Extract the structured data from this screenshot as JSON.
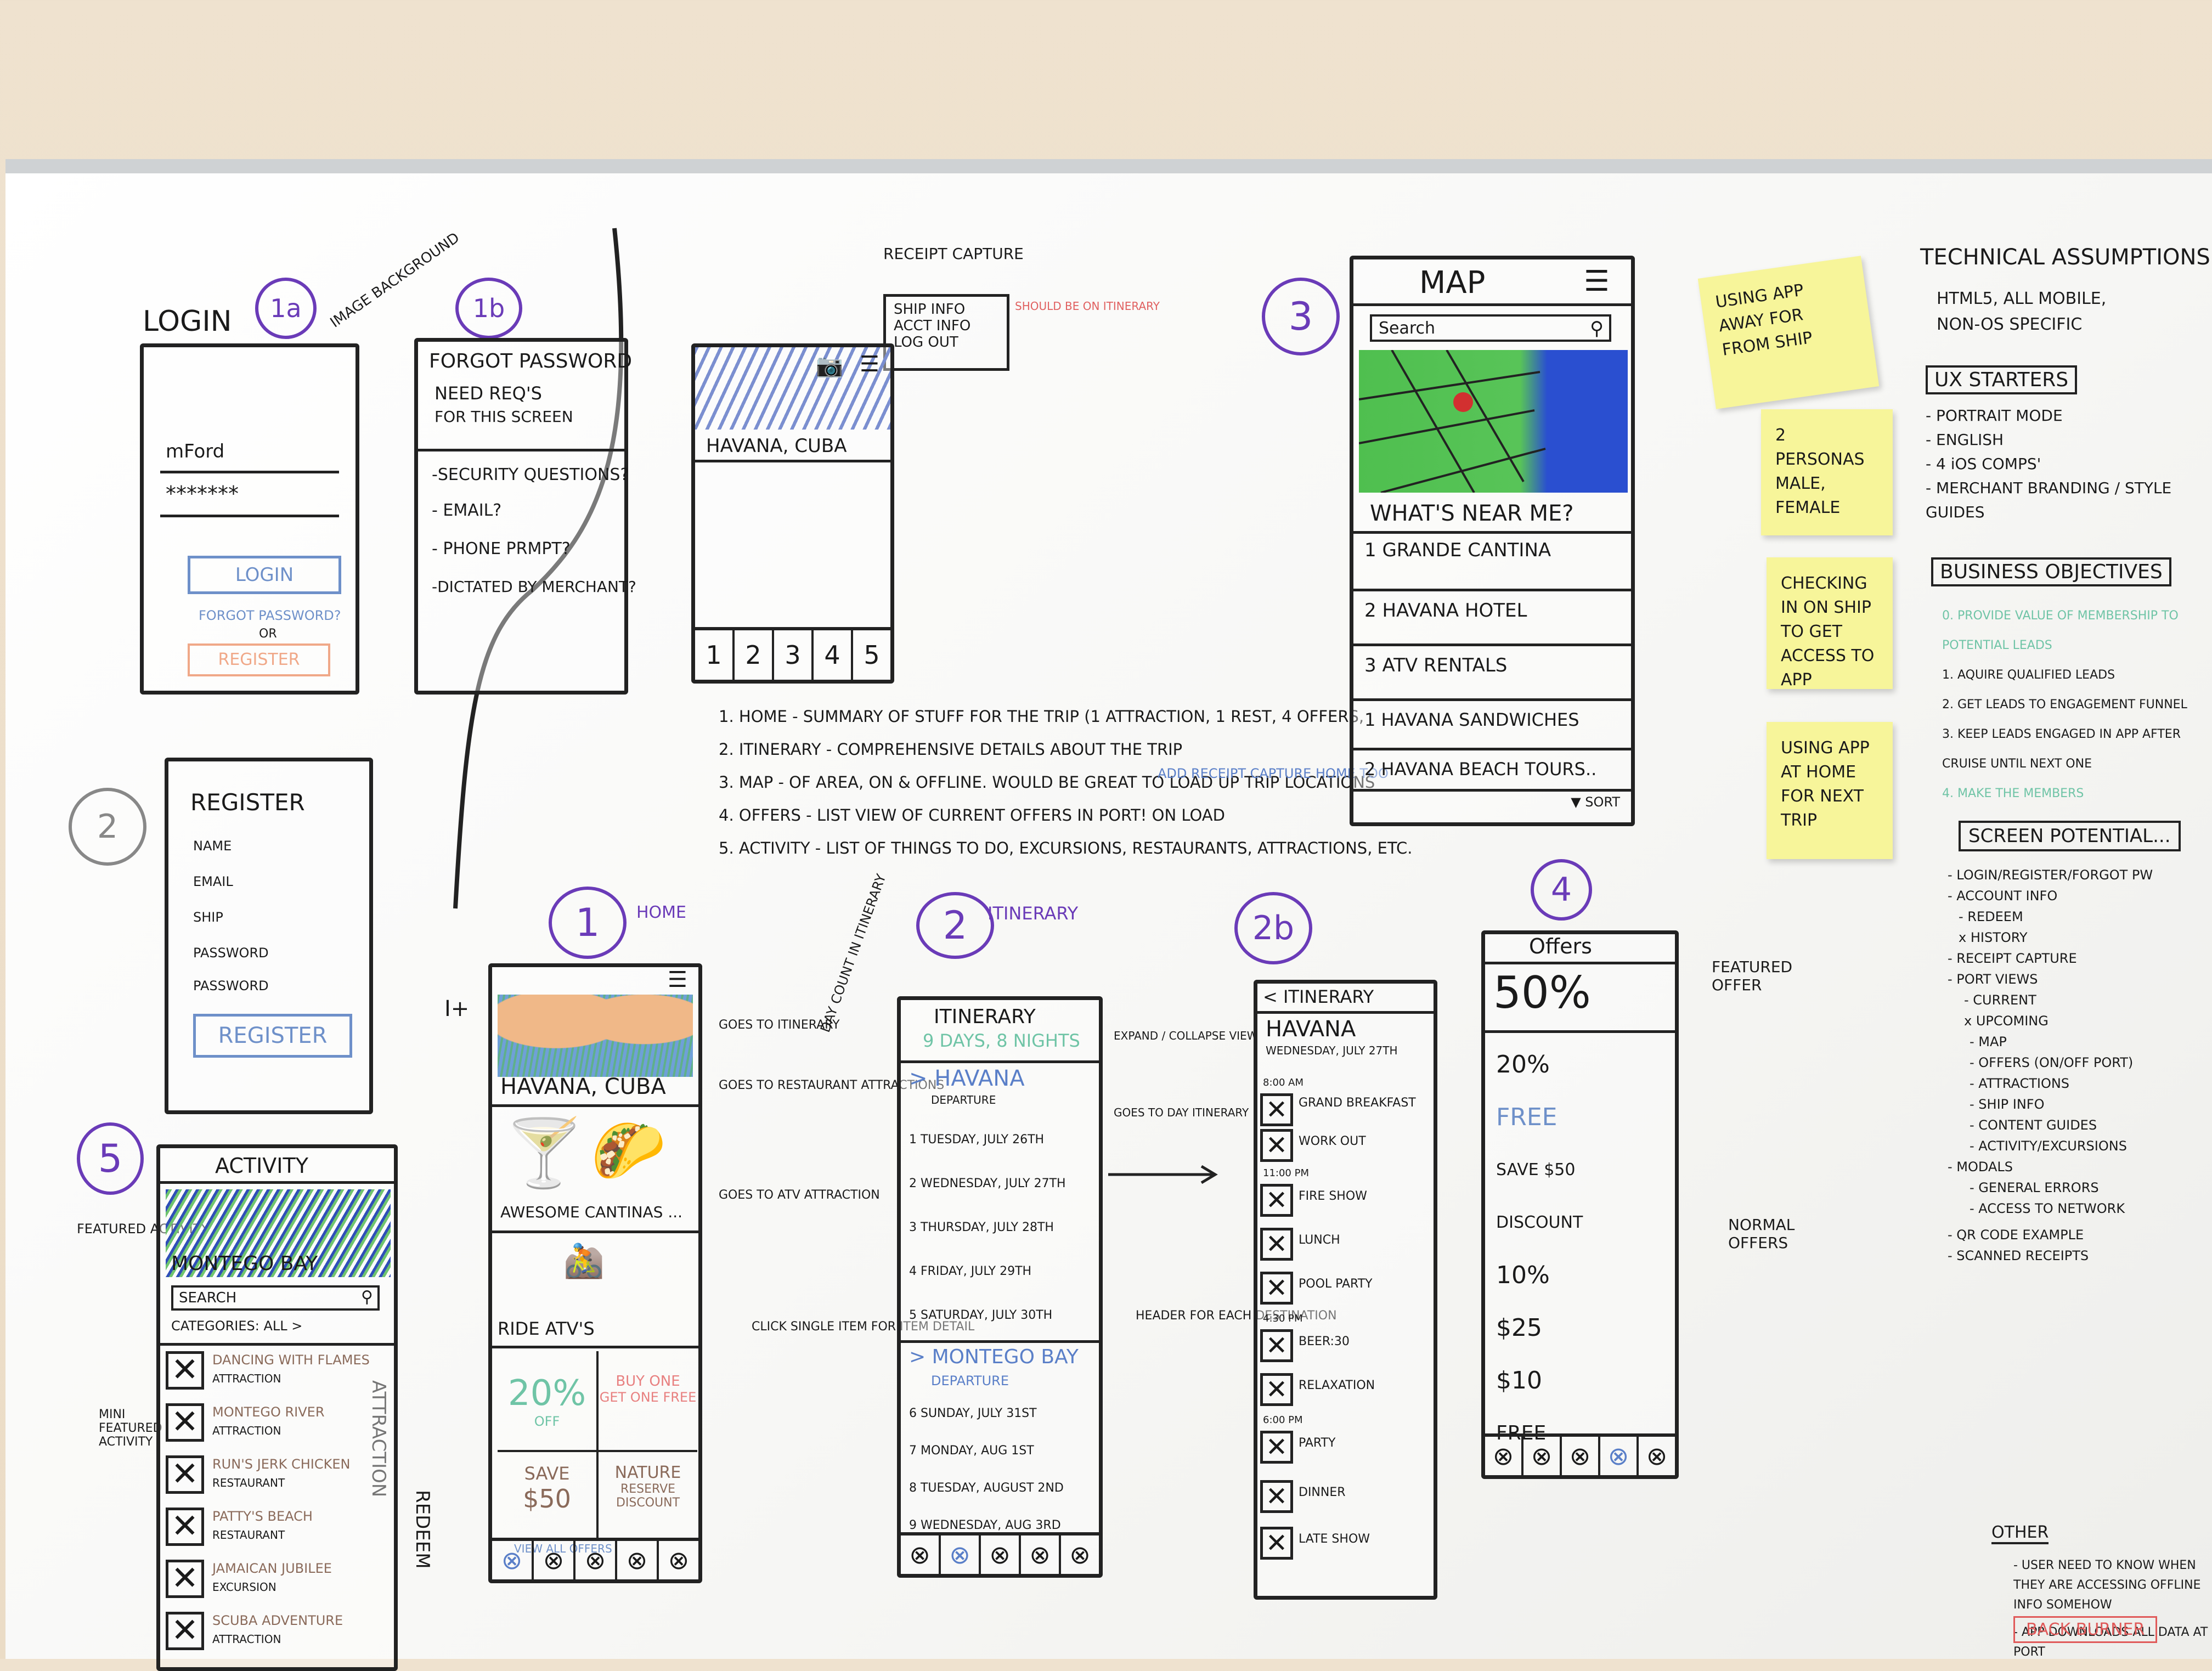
{
  "board": {
    "login": {
      "badge": "1a",
      "title": "LOGIN",
      "annotation": "IMAGE BACKGROUND",
      "username": "mFord",
      "password": "*******",
      "login_button": "LOGIN",
      "forgot_link": "FORGOT PASSWORD?",
      "or_text": "OR",
      "register_button": "REGISTER"
    },
    "forgot": {
      "badge": "1b",
      "title": "FORGOT PASSWORD",
      "note": [
        "NEED REQ'S",
        "FOR THIS SCREEN"
      ],
      "items": [
        "-SECURITY QUESTIONS?",
        "- EMAIL?",
        "- PHONE PRMPT?",
        "-DICTATED BY MERCHANT?"
      ]
    },
    "register": {
      "badge": "2",
      "title": "REGISTER",
      "fields": [
        "NAME",
        "EMAIL",
        "SHIP",
        "PASSWORD",
        "PASSWORD"
      ],
      "button": "REGISTER"
    },
    "receipt": {
      "annotation": "RECEIPT CAPTURE",
      "menu": [
        "SHIP INFO",
        "ACCT INFO",
        "LOG OUT"
      ],
      "menu_note": "SHOULD BE ON ITINERARY",
      "location": "HAVANA, CUBA",
      "tabs": [
        "1",
        "2",
        "3",
        "4",
        "5"
      ]
    },
    "nav_notes": [
      "1. HOME - SUMMARY OF STUFF FOR THE TRIP (1 ATTRACTION, 1 REST, 4 OFFERS,",
      "2. ITINERARY - COMPREHENSIVE DETAILS ABOUT THE TRIP",
      "3. MAP - OF AREA, ON & OFFLINE. WOULD BE GREAT TO LOAD UP TRIP LOCATIONS",
      "4. OFFERS - LIST VIEW OF CURRENT OFFERS IN PORT! ON LOAD",
      "5. ACTIVITY - LIST OF THINGS TO DO, EXCURSIONS, RESTAURANTS, ATTRACTIONS, ETC."
    ],
    "nav_note_blue": "ADD RECEIPT CAPTURE HOME TOO",
    "map": {
      "badge": "3",
      "title": "MAP",
      "search": "Search",
      "section": "WHAT'S NEAR ME?",
      "items": [
        {
          "num": "1",
          "label": "GRANDE CANTINA"
        },
        {
          "num": "2",
          "label": "HAVANA HOTEL"
        },
        {
          "num": "3",
          "label": "ATV RENTALS"
        },
        {
          "num": "1",
          "label": "HAVANA SANDWICHES"
        },
        {
          "num": "2",
          "label": "HAVANA BEACH TOURS.."
        }
      ],
      "sort": "SORT"
    },
    "stickies": [
      "USING APP AWAY FOR FROM SHIP",
      "2 PERSONAS MALE, FEMALE",
      "CHECKING IN ON SHIP TO GET ACCESS TO APP",
      "USING APP AT HOME FOR NEXT TRIP"
    ],
    "technical": {
      "title": "TECHNICAL ASSUMPTIONS",
      "items": [
        "HTML5, ALL MOBILE,",
        "NON-OS SPECIFIC"
      ],
      "ux_title": "UX STARTERS",
      "ux_items": [
        "- PORTRAIT MODE",
        "- ENGLISH",
        "- 4 iOS COMPS'",
        "- MERCHANT BRANDING / STYLE GUIDES"
      ],
      "biz_title": "BUSINESS OBJECTIVES",
      "biz_items": [
        "0. PROVIDE VALUE OF MEMBERSHIP TO POTENTIAL LEADS",
        "1. AQUIRE QUALIFIED LEADS",
        "2. GET LEADS TO ENGAGEMENT FUNNEL",
        "3. KEEP LEADS ENGAGED IN APP AFTER CRUISE UNTIL NEXT ONE",
        "4. MAKE THE MEMBERS"
      ],
      "screen_title": "SCREEN POTENTIAL...",
      "screen_items": [
        "- LOGIN/REGISTER/FORGOT PW",
        "- ACCOUNT INFO",
        "- REDEEM",
        "x HISTORY",
        "- RECEIPT CAPTURE",
        "- PORT VIEWS",
        "- CURRENT",
        "x UPCOMING",
        "- MAP",
        "- OFFERS (ON/OFF PORT)",
        "- ATTRACTIONS",
        "- SHIP INFO",
        "- CONTENT GUIDES",
        "- ACTIVITY/EXCURSIONS",
        "- MODALS",
        "- GENERAL ERRORS",
        "- ACCESS TO NETWORK",
        "- QR CODE EXAMPLE",
        "- SCANNED RECEIPTS"
      ],
      "other_title": "OTHER",
      "other_items": [
        "- USER NEED TO KNOW WHEN THEY ARE ACCESSING OFFLINE INFO SOMEHOW",
        "- APP DOWNLOADS ALL DATA AT PORT"
      ],
      "back_burner": "BACK BURNER"
    },
    "home": {
      "badge": "1",
      "badge_label": "HOME",
      "city": "HAVANA, CUBA",
      "notes": [
        "GOES TO ITINERARY",
        "GOES TO RESTAURANT ATTRACTIONS",
        "GOES TO ATV ATTRACTION",
        "CLICK SINGLE ITEM FOR ITEM DETAIL"
      ],
      "card1": "AWESOME CANTINAS ...",
      "card2": "RIDE ATV'S",
      "offers": [
        {
          "top": "20%",
          "bottom": "OFF"
        },
        {
          "top": "BUY ONE",
          "bottom": "GET ONE FREE"
        },
        {
          "top": "SAVE",
          "bottom": "$50"
        },
        {
          "top": "NATURE",
          "bottom": "RESERVE DISCOUNT"
        }
      ],
      "view_all": "VIEW ALL OFFERS",
      "side_labels": [
        "I+",
        "ATTRACTION",
        "REDEEM"
      ]
    },
    "itinerary": {
      "badge": "2",
      "badge_label": "ITINERARY",
      "title": "ITINERARY",
      "subtitle": "9 DAYS, 8 NIGHTS",
      "annotation_top": "DAY COUNT IN ITINERARY",
      "notes": [
        "EXPAND / COLLAPSE VIEW",
        "GOES TO DAY ITINERARY",
        "HEADER FOR EACH DESTINATION"
      ],
      "destination1": "HAVANA",
      "destination1_sub": "DEPARTURE",
      "days1": [
        "1 TUESDAY, JULY 26TH",
        "2 WEDNESDAY, JULY 27TH",
        "3 THURSDAY, JULY 28TH",
        "4 FRIDAY, JULY 29TH",
        "5 SATURDAY, JULY 30TH"
      ],
      "destination2": "MONTEGO BAY",
      "destination2_sub": "DEPARTURE",
      "days2": [
        "6 SUNDAY, JULY 31ST",
        "7 MONDAY, AUG 1ST",
        "8 TUESDAY, AUGUST 2ND",
        "9 WEDNESDAY, AUG 3RD"
      ]
    },
    "day": {
      "badge": "2b",
      "title": "< ITINERARY",
      "city": "HAVANA",
      "date": "WEDNESDAY, JULY 27TH",
      "times": [
        "8:00 AM",
        "11:00 PM",
        "4:30 PM",
        "6:00 PM"
      ],
      "events": [
        "GRAND BREAKFAST",
        "WORK OUT",
        "FIRE SHOW",
        "LUNCH",
        "POOL PARTY",
        "BEER:30",
        "RELAXATION",
        "PARTY",
        "DINNER",
        "LATE SHOW"
      ]
    },
    "offers": {
      "badge": "4",
      "title": "Offers",
      "featured": "50%",
      "featured_note": "FEATURED OFFER",
      "list": [
        "20%",
        "FREE",
        "SAVE $50",
        "DISCOUNT",
        "10%",
        "$25",
        "$10",
        "FREE"
      ],
      "normal_note": "NORMAL OFFERS"
    },
    "activity": {
      "badge": "5",
      "title": "ACTIVITY",
      "featured_label": "FEATURED ACTIVITY",
      "featured_name": "MONTEGO BAY",
      "search": "SEARCH",
      "categories": "CATEGORIES: ALL",
      "note": "MINI FEATURED ACTIVITY",
      "items": [
        {
          "name": "DANCING WITH FLAMES",
          "type": "ATTRACTION"
        },
        {
          "name": "MONTEGO RIVER",
          "type": "ATTRACTION"
        },
        {
          "name": "RUN'S JERK CHICKEN",
          "type": "RESTAURANT"
        },
        {
          "name": "PATTY'S BEACH",
          "type": "RESTAURANT"
        },
        {
          "name": "JAMAICAN JUBILEE",
          "type": "EXCURSION"
        },
        {
          "name": "SCUBA ADVENTURE",
          "type": "ATTRACTION"
        }
      ]
    }
  }
}
